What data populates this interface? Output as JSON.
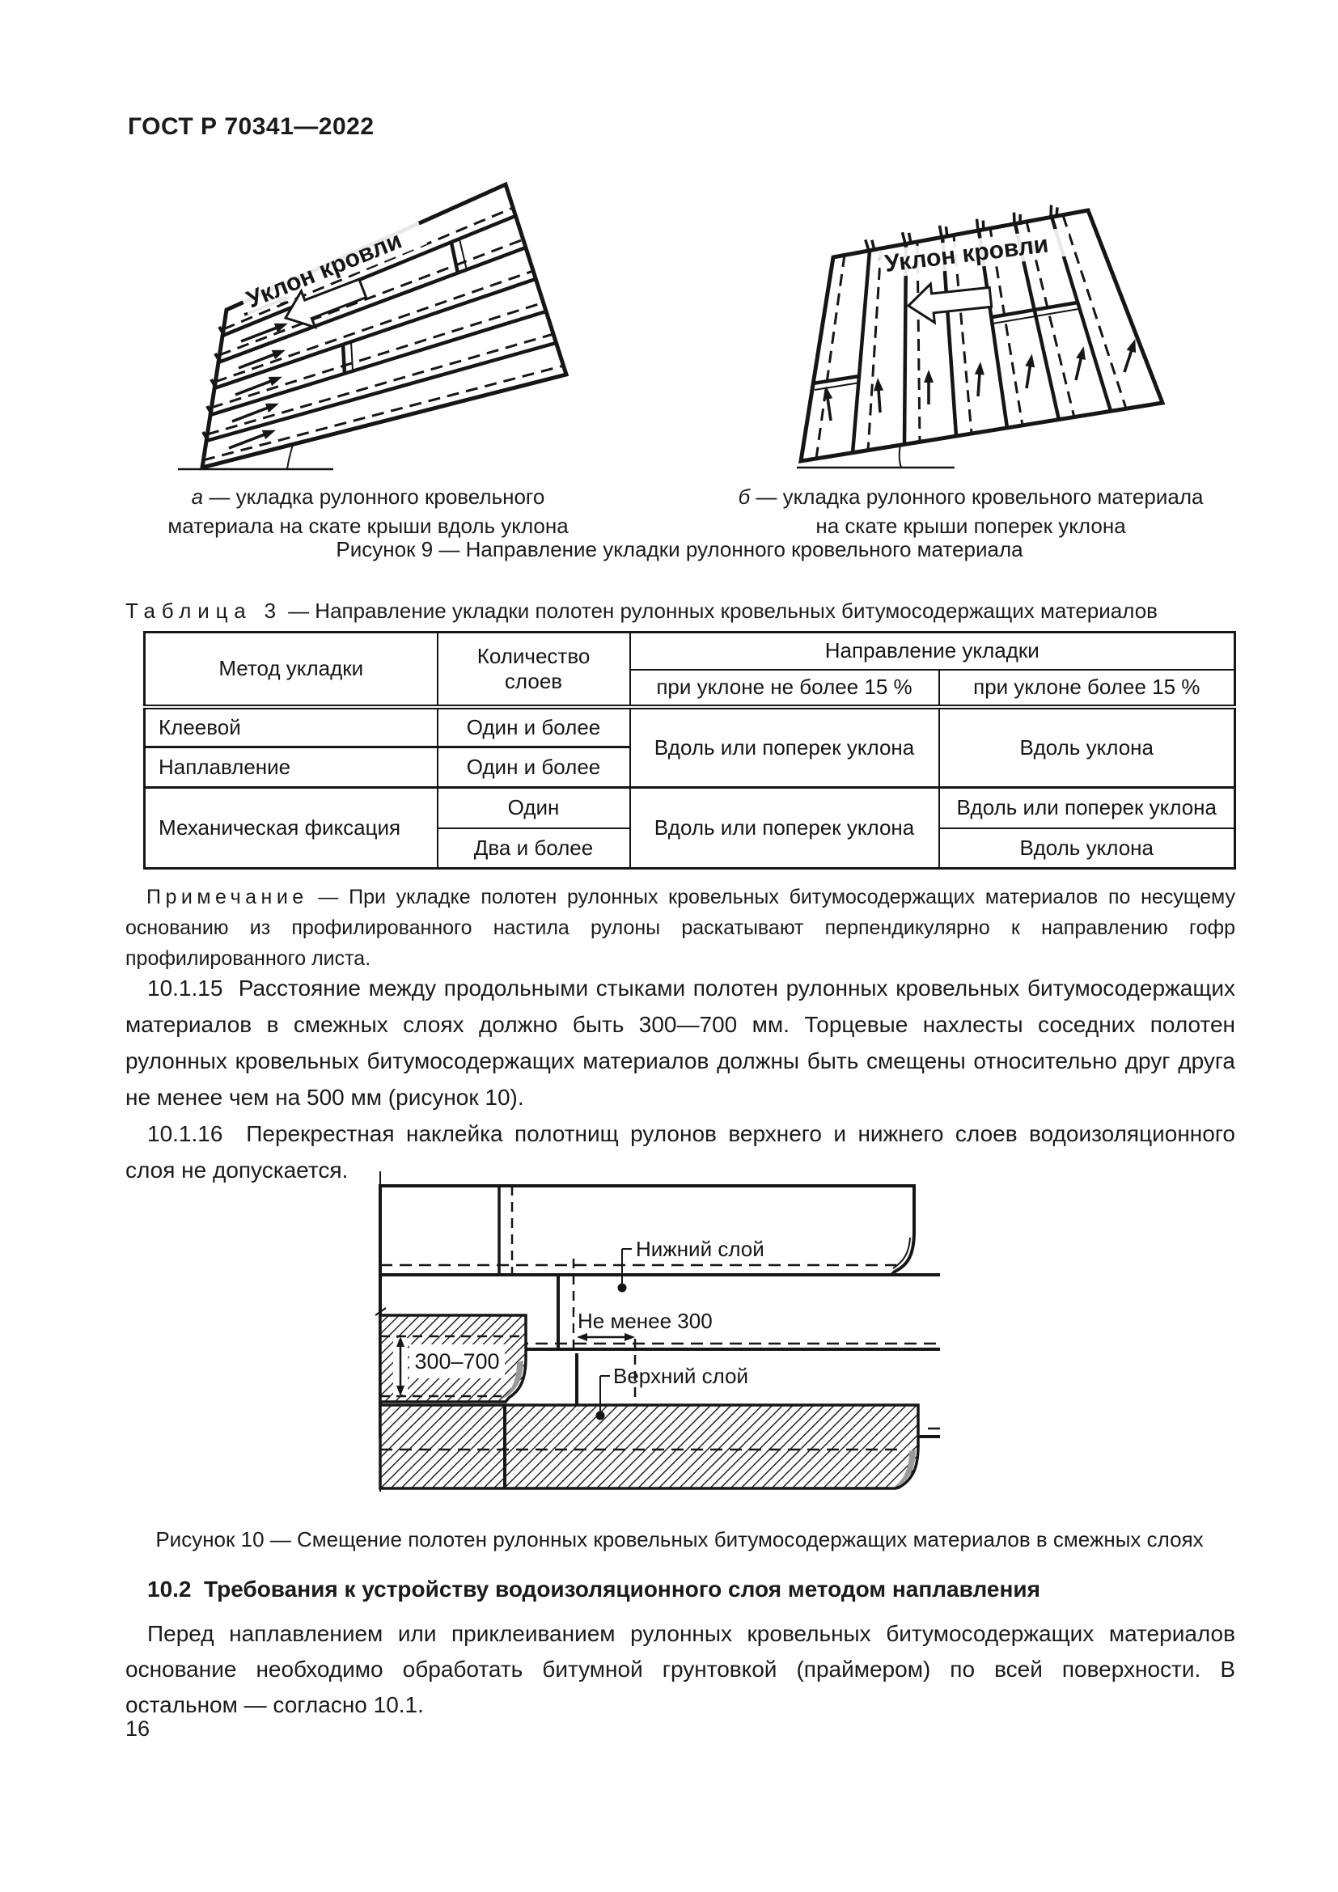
{
  "page": {
    "header": "ГОСТ Р 70341—2022",
    "number": "16"
  },
  "figure9": {
    "slope_label_a": "Уклон кровли",
    "slope_label_b": "Уклон кровли",
    "caption_a_letter": "а",
    "caption_a_text": "— укладка рулонного кровельного материала на скате крыши вдоль уклона",
    "caption_b_letter": "б",
    "caption_b_text": "— укладка рулонного кровельного материала на скате крыши поперек уклона",
    "caption": "Рисунок 9 — Направление укладки рулонного кровельного материала"
  },
  "table3": {
    "label": "Таблица 3",
    "title": "— Направление укладки полотен рулонных кровельных битумосодержащих материалов",
    "header": {
      "method": "Метод укладки",
      "layers": "Количество слоев",
      "direction": "Направление укладки",
      "slope_le15": "при уклоне не более 15 %",
      "slope_gt15": "при уклоне более 15 %"
    },
    "rows": {
      "glue": "Клеевой",
      "glue_layers": "Один и более",
      "weld": "Наплавление",
      "weld_layers": "Один и более",
      "glue_weld_le15": "Вдоль или поперек уклона",
      "glue_weld_gt15": "Вдоль уклона",
      "mech": "Механическая фиксация",
      "mech_one": "Один",
      "mech_many": "Два и более",
      "mech_le15": "Вдоль или поперек уклона",
      "mech_one_gt15": "Вдоль или поперек уклона",
      "mech_many_gt15": "Вдоль уклона"
    },
    "note_label": "Примечание",
    "note_text": "— При укладке полотен рулонных кровельных битумосодержащих материалов по несущему основанию из профилированного настила рулоны раскатывают перпендикулярно к направлению гофр профилированного листа."
  },
  "paragraphs": {
    "p10_1_15": "10.1.15  Расстояние между продольными стыками полотен рулонных кровельных битумосодержащих материалов в смежных слоях должно быть 300—700 мм. Торцевые нахлесты соседних полотен рулонных кровельных битумосодержащих материалов должны быть смещены относительно друг друга не менее чем на 500 мм (рисунок 10).",
    "p10_1_16": "10.1.16  Перекрестная наклейка полотнищ рулонов верхнего и нижнего слоев водоизоляционного слоя не допускается."
  },
  "figure10": {
    "label_lower": "Нижний слой",
    "label_min_offset": "Не менее 300",
    "label_range": "300–700",
    "label_upper": "Верхний слой",
    "caption": "Рисунок 10 — Смещение полотен рулонных кровельных битумосодержащих материалов в смежных слоях"
  },
  "section10_2": {
    "heading": "10.2  Требования к устройству водоизоляционного слоя методом наплавления",
    "paragraph": "Перед наплавлением или приклеиванием рулонных кровельных битумосодержащих материалов основание необходимо обработать битумной грунтовкой (праймером) по всей поверхности. В остальном — согласно 10.1."
  }
}
